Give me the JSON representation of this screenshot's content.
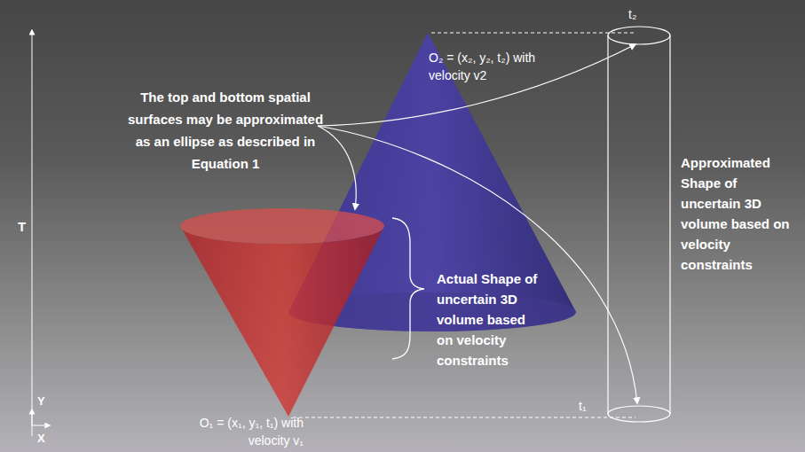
{
  "diagram": {
    "labels": [
      "The top and bottom spatial surfaces may be approximated as an ellipse as described in Equation 1",
      "O₂ = (x₂, y₂, t₂) with velocity v2",
      "O₁ = (x₁, y₁, t₁) with velocity v₁",
      "Actual Shape of uncertain 3D volume based on velocity constraints",
      "Approximated Shape of uncertain 3D volume based on velocity constraints",
      "t₂",
      "t₁",
      "T",
      "Y",
      "X"
    ]
  }
}
